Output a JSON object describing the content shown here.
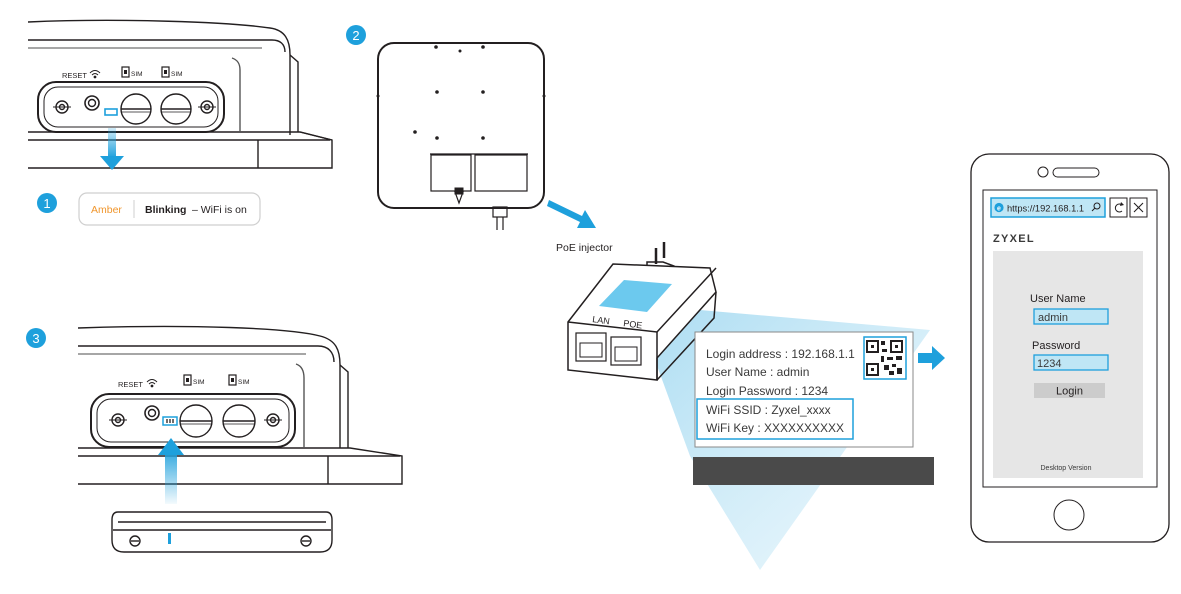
{
  "steps": {
    "step1": "1",
    "step2": "2",
    "step3": "3"
  },
  "device_labels": {
    "reset": "RESET",
    "sim": "SIM"
  },
  "led_status": {
    "color": "Amber",
    "state": "Blinking",
    "description": "– WiFi is on"
  },
  "poe": {
    "label": "PoE injector",
    "port_lan": "LAN",
    "port_poe": "POE"
  },
  "label_card": {
    "login_address": "Login address : 192.168.1.1",
    "user_name": "User Name : admin",
    "login_password": "Login Password : 1234",
    "wifi_ssid": "WiFi SSID : Zyxel_xxxx",
    "wifi_key": "WiFi Key : XXXXXXXXXX"
  },
  "phone": {
    "url": "https://192.168.1.1",
    "brand": "ZYXEL",
    "username_label": "User Name",
    "username_value": "admin",
    "password_label": "Password",
    "password_value": "1234",
    "login_button": "Login",
    "footer": "Desktop Version"
  },
  "colors": {
    "accent": "#1ea0dc",
    "amber": "#f0962d",
    "highlight_fill": "#bfe6f5",
    "dark_band": "#4a4a4a",
    "outline": "#231f20"
  },
  "icons": [
    "wifi-icon",
    "sim-card-icon",
    "qr-code-icon",
    "refresh-icon",
    "close-icon",
    "internet-explorer-icon",
    "search-icon",
    "arrow-right-icon",
    "arrow-down-icon",
    "arrow-up-icon"
  ]
}
